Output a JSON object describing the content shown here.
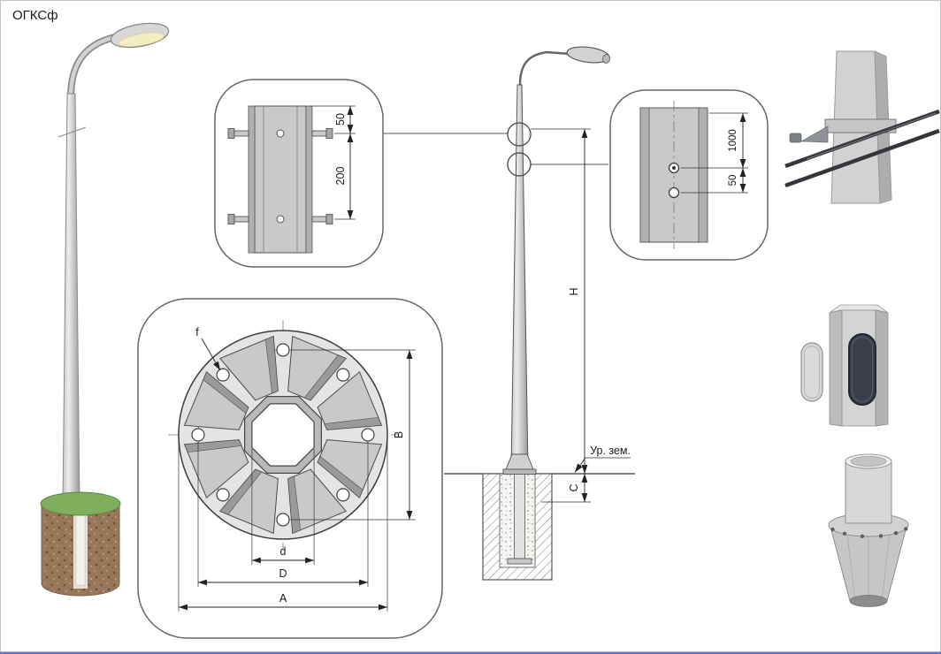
{
  "title": "ОГКСф",
  "bolt_detail": {
    "dim_offset": "50",
    "dim_spacing": "200"
  },
  "ground_bolt_detail": {
    "dim_height": "1000",
    "dim_offset": "50"
  },
  "elevation": {
    "dim_height": "H",
    "dim_embed": "C",
    "ground_label": "Ур. зем."
  },
  "flange_detail": {
    "hole_label": "f",
    "dim_bolt_span": "B",
    "dim_inner": "d",
    "dim_bolt_circle": "D",
    "dim_outer": "A"
  }
}
